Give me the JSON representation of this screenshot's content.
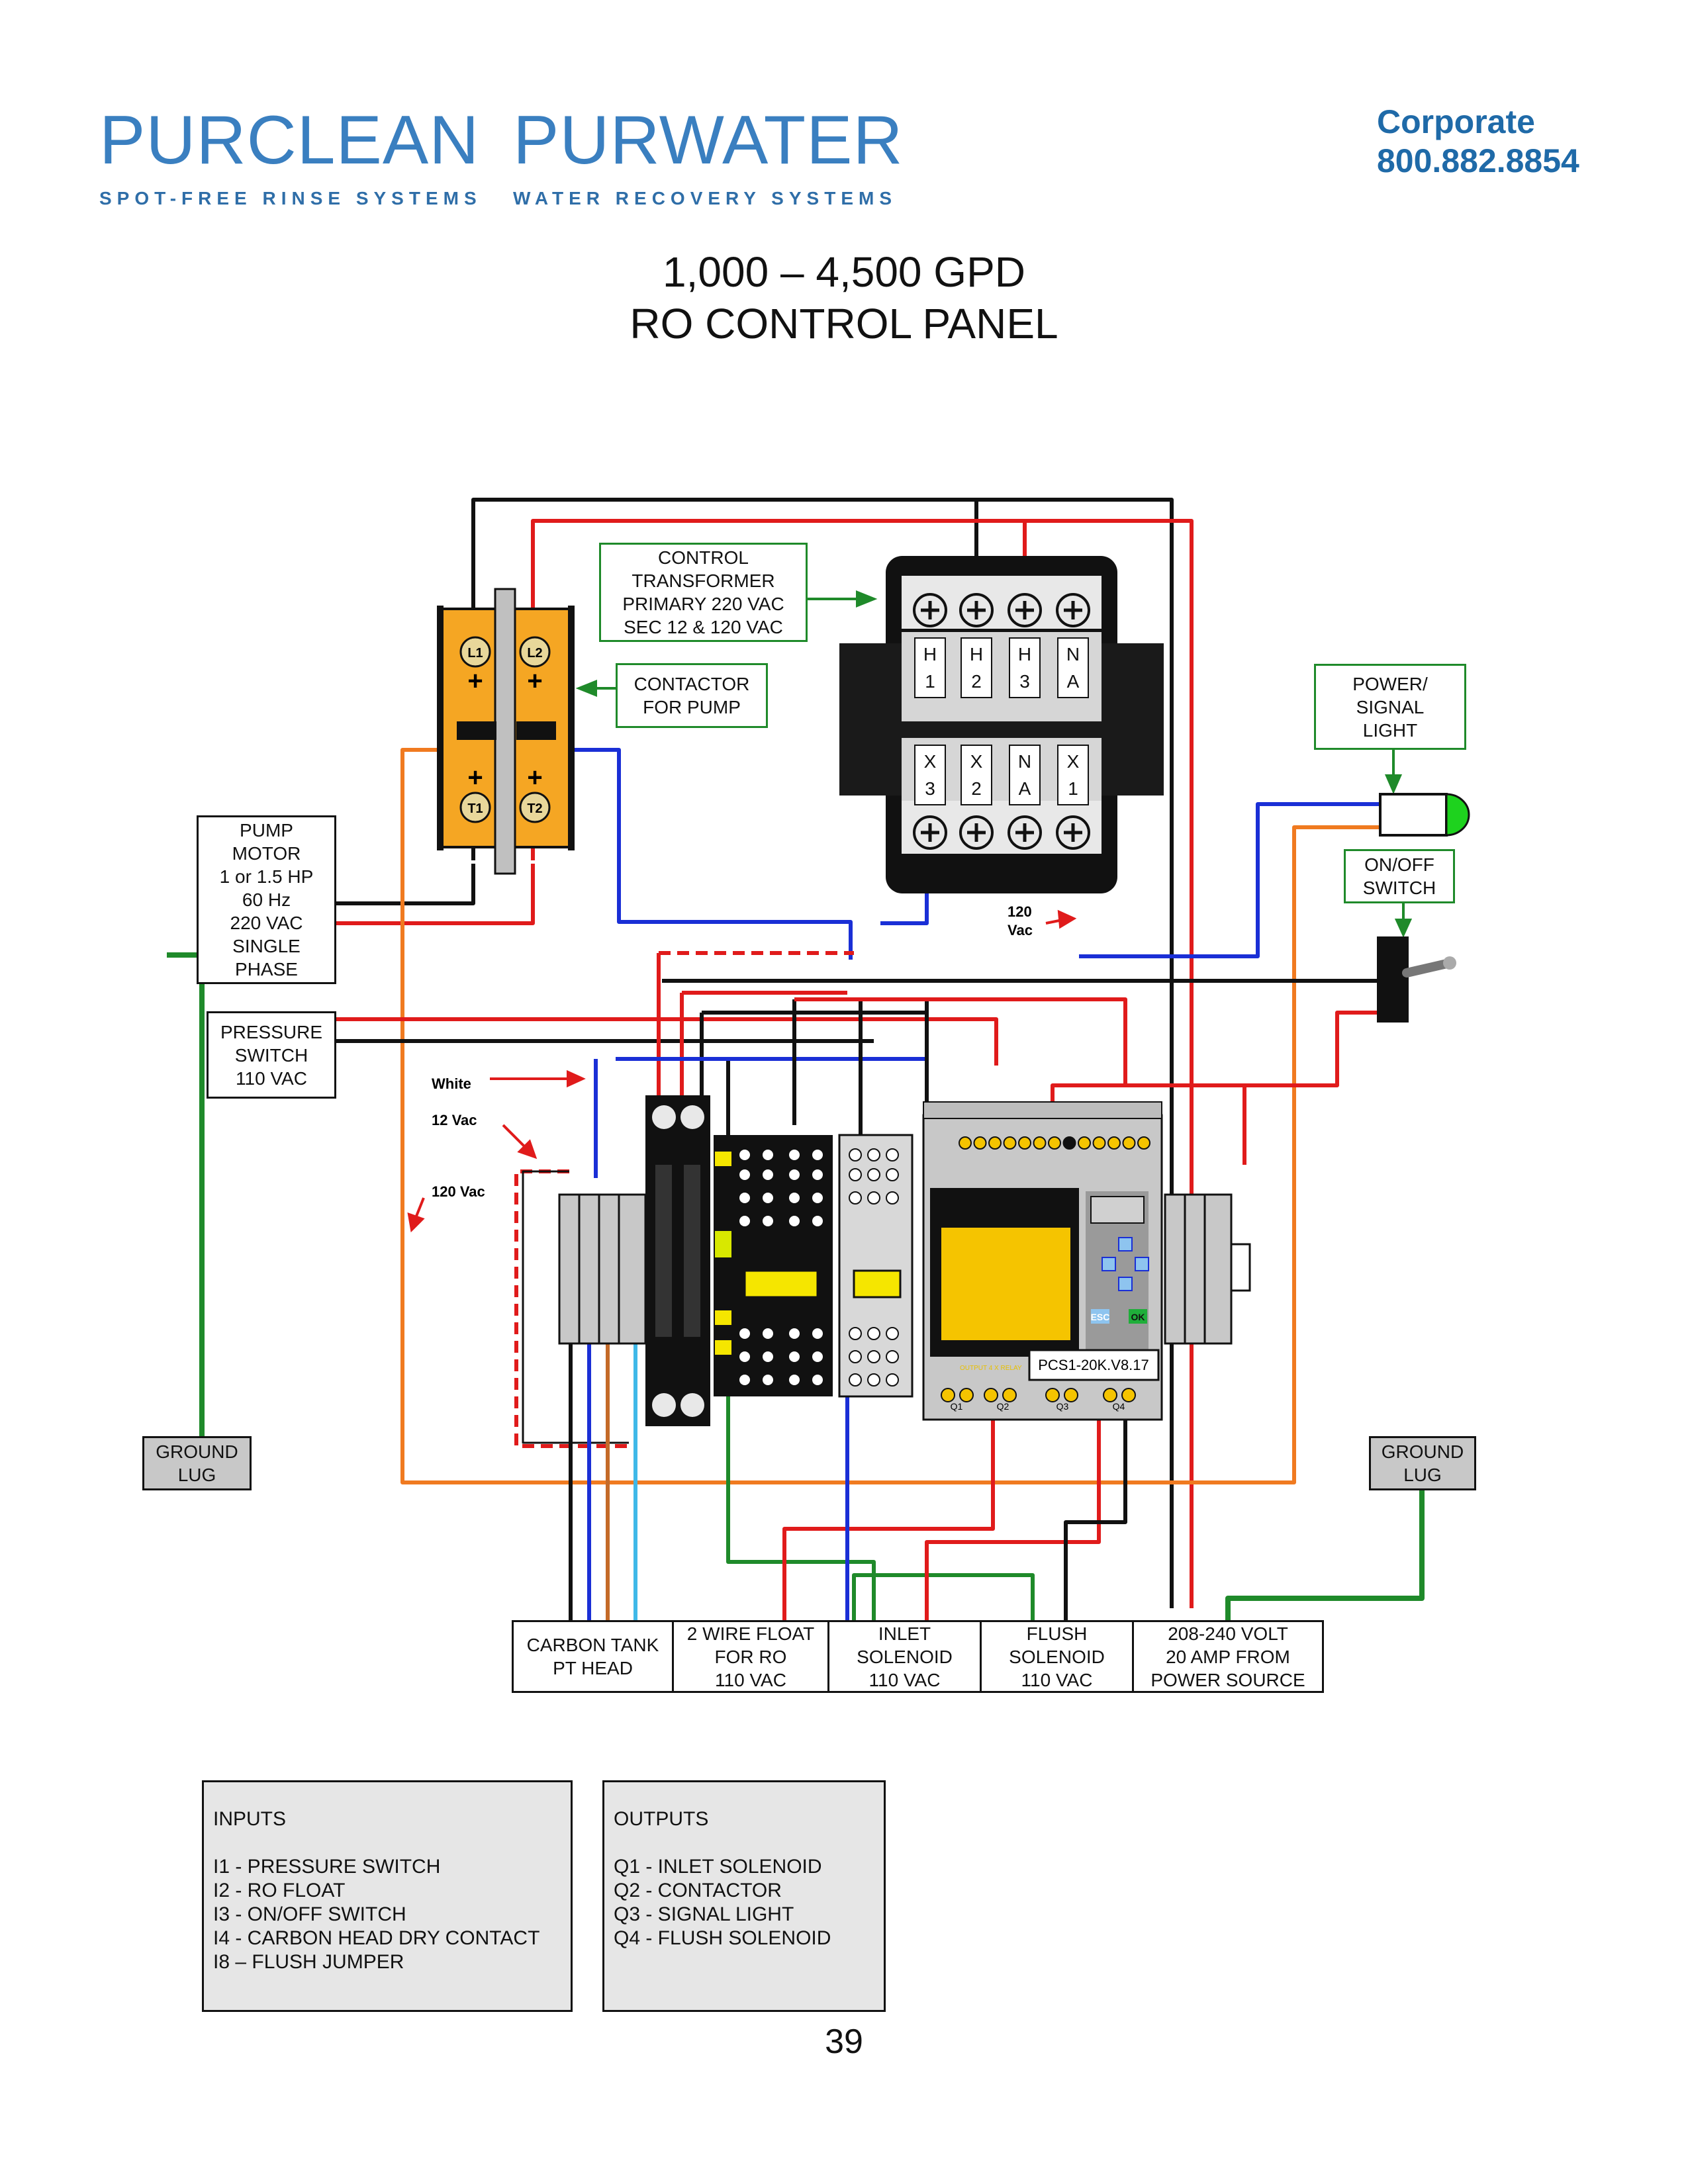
{
  "header": {
    "brand_left": {
      "name": "PURCLEAN",
      "tagline": "SPOT-FREE RINSE SYSTEMS"
    },
    "brand_right": {
      "name": "PURWATER",
      "tagline": "WATER RECOVERY SYSTEMS"
    },
    "corporate_label": "Corporate",
    "corporate_phone": "800.882.8854"
  },
  "title": {
    "line1": "1,000 – 4,500 GPD",
    "line2": "RO CONTROL PANEL"
  },
  "labels": {
    "control_transformer": [
      "CONTROL",
      "TRANSFORMER",
      "PRIMARY 220 VAC",
      "SEC 12 & 120 VAC"
    ],
    "contactor": [
      "CONTACTOR",
      "FOR PUMP"
    ],
    "power_signal_light": [
      "POWER/",
      "SIGNAL",
      "LIGHT"
    ],
    "on_off_switch": [
      "ON/OFF",
      "SWITCH"
    ],
    "pump_motor": [
      "PUMP",
      "MOTOR",
      "1 or 1.5 HP",
      "60 Hz",
      "220 VAC",
      "SINGLE",
      "PHASE"
    ],
    "pressure_switch": [
      "PRESSURE",
      "SWITCH",
      "110 VAC"
    ],
    "ground_lug_left": [
      "GROUND",
      "LUG"
    ],
    "ground_lug_right": [
      "GROUND",
      "LUG"
    ]
  },
  "annotations": {
    "white": "White",
    "v12": "12 Vac",
    "v120": "120 Vac",
    "v120_transformer": [
      "120",
      "Vac"
    ]
  },
  "contactor_terminals": [
    "L1",
    "L2",
    "T1",
    "T2"
  ],
  "transformer_terminals": {
    "top": [
      [
        "H",
        "1"
      ],
      [
        "H",
        "2"
      ],
      [
        "H",
        "3"
      ],
      [
        "N",
        "A"
      ]
    ],
    "bottom": [
      [
        "X",
        "3"
      ],
      [
        "X",
        "2"
      ],
      [
        "N",
        "A"
      ],
      [
        "X",
        "1"
      ]
    ]
  },
  "plc": {
    "model": "PCS1-20K.V8.17",
    "esc": "ESC",
    "ok": "OK",
    "module_caption": "OUTPUT 4 X RELAY",
    "outputs": [
      "Q1",
      "Q2",
      "Q3",
      "Q4"
    ]
  },
  "bottom_labels": [
    [
      "CARBON TANK",
      "PT HEAD"
    ],
    [
      "2 WIRE FLOAT",
      "FOR RO",
      "110 VAC"
    ],
    [
      "INLET",
      "SOLENOID",
      "110 VAC"
    ],
    [
      "FLUSH",
      "SOLENOID",
      "110 VAC"
    ],
    [
      "208-240 VOLT",
      "20 AMP FROM",
      "POWER SOURCE"
    ]
  ],
  "inputs": {
    "heading": "INPUTS",
    "items": [
      "I1 - PRESSURE SWITCH",
      "I2 - RO FLOAT",
      "I3 - ON/OFF SWITCH",
      "I4 - CARBON HEAD DRY CONTACT",
      "I8 – FLUSH JUMPER"
    ]
  },
  "outputs": {
    "heading": "OUTPUTS",
    "items": [
      "Q1 - INLET SOLENOID",
      "Q2 - CONTACTOR",
      "Q3 - SIGNAL LIGHT",
      "Q4 - FLUSH SOLENOID"
    ]
  },
  "page_number": "39",
  "colors": {
    "brand": "#3a7fc0",
    "corporate": "#1f6aa8",
    "red_wire": "#e01b1b",
    "blue_wire": "#1a2fd6",
    "green_wire": "#1f8a2a",
    "orange_wire": "#f07a20",
    "light_blue_wire": "#3fb8e8",
    "contactor_orange": "#f5a623",
    "plc_yellow": "#f5c400"
  }
}
